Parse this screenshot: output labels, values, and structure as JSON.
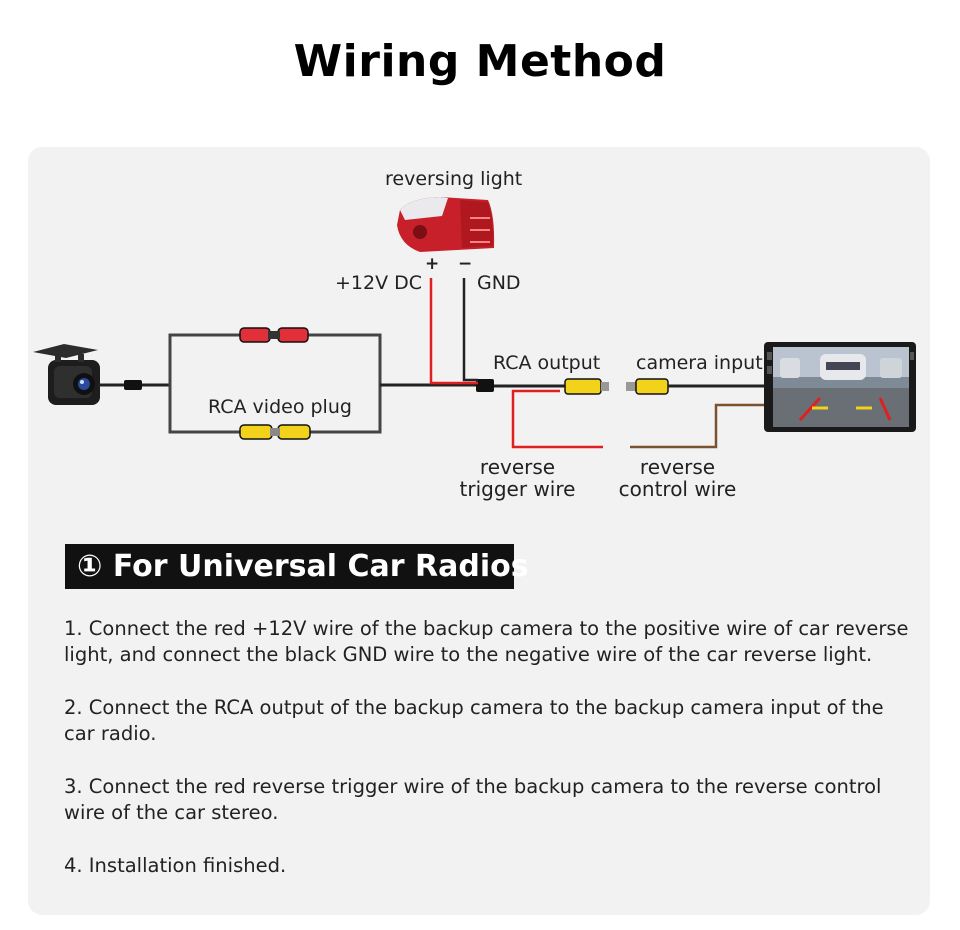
{
  "title": "Wiring Method",
  "diagram": {
    "reversing_light_label": "reversing light",
    "plus_sign": "+",
    "minus_sign": "−",
    "power_label": "+12V DC",
    "ground_label": "GND",
    "rca_video_plug_label": "RCA video plug",
    "rca_output_label": "RCA output",
    "camera_input_label": "camera input",
    "reverse_trigger_label": "reverse\ntrigger wire",
    "reverse_control_label": "reverse\ncontrol wire",
    "colors": {
      "red_wire": "#e02020",
      "black_wire": "#222222",
      "brown_wire": "#7a5230",
      "connector_yellow": "#f2d21b",
      "connector_red": "#e2303a"
    }
  },
  "section": {
    "heading": "① For Universal Car Radios",
    "steps": [
      "1. Connect the red +12V wire of the backup camera to the positive wire of car reverse light, and connect the black GND wire to the negative wire of the car reverse light.",
      "2. Connect the RCA output of the backup camera to the backup camera input of the car radio.",
      "3. Connect the red reverse trigger wire of the backup camera to the reverse control wire of the car stereo.",
      "4. Installation finished."
    ]
  }
}
